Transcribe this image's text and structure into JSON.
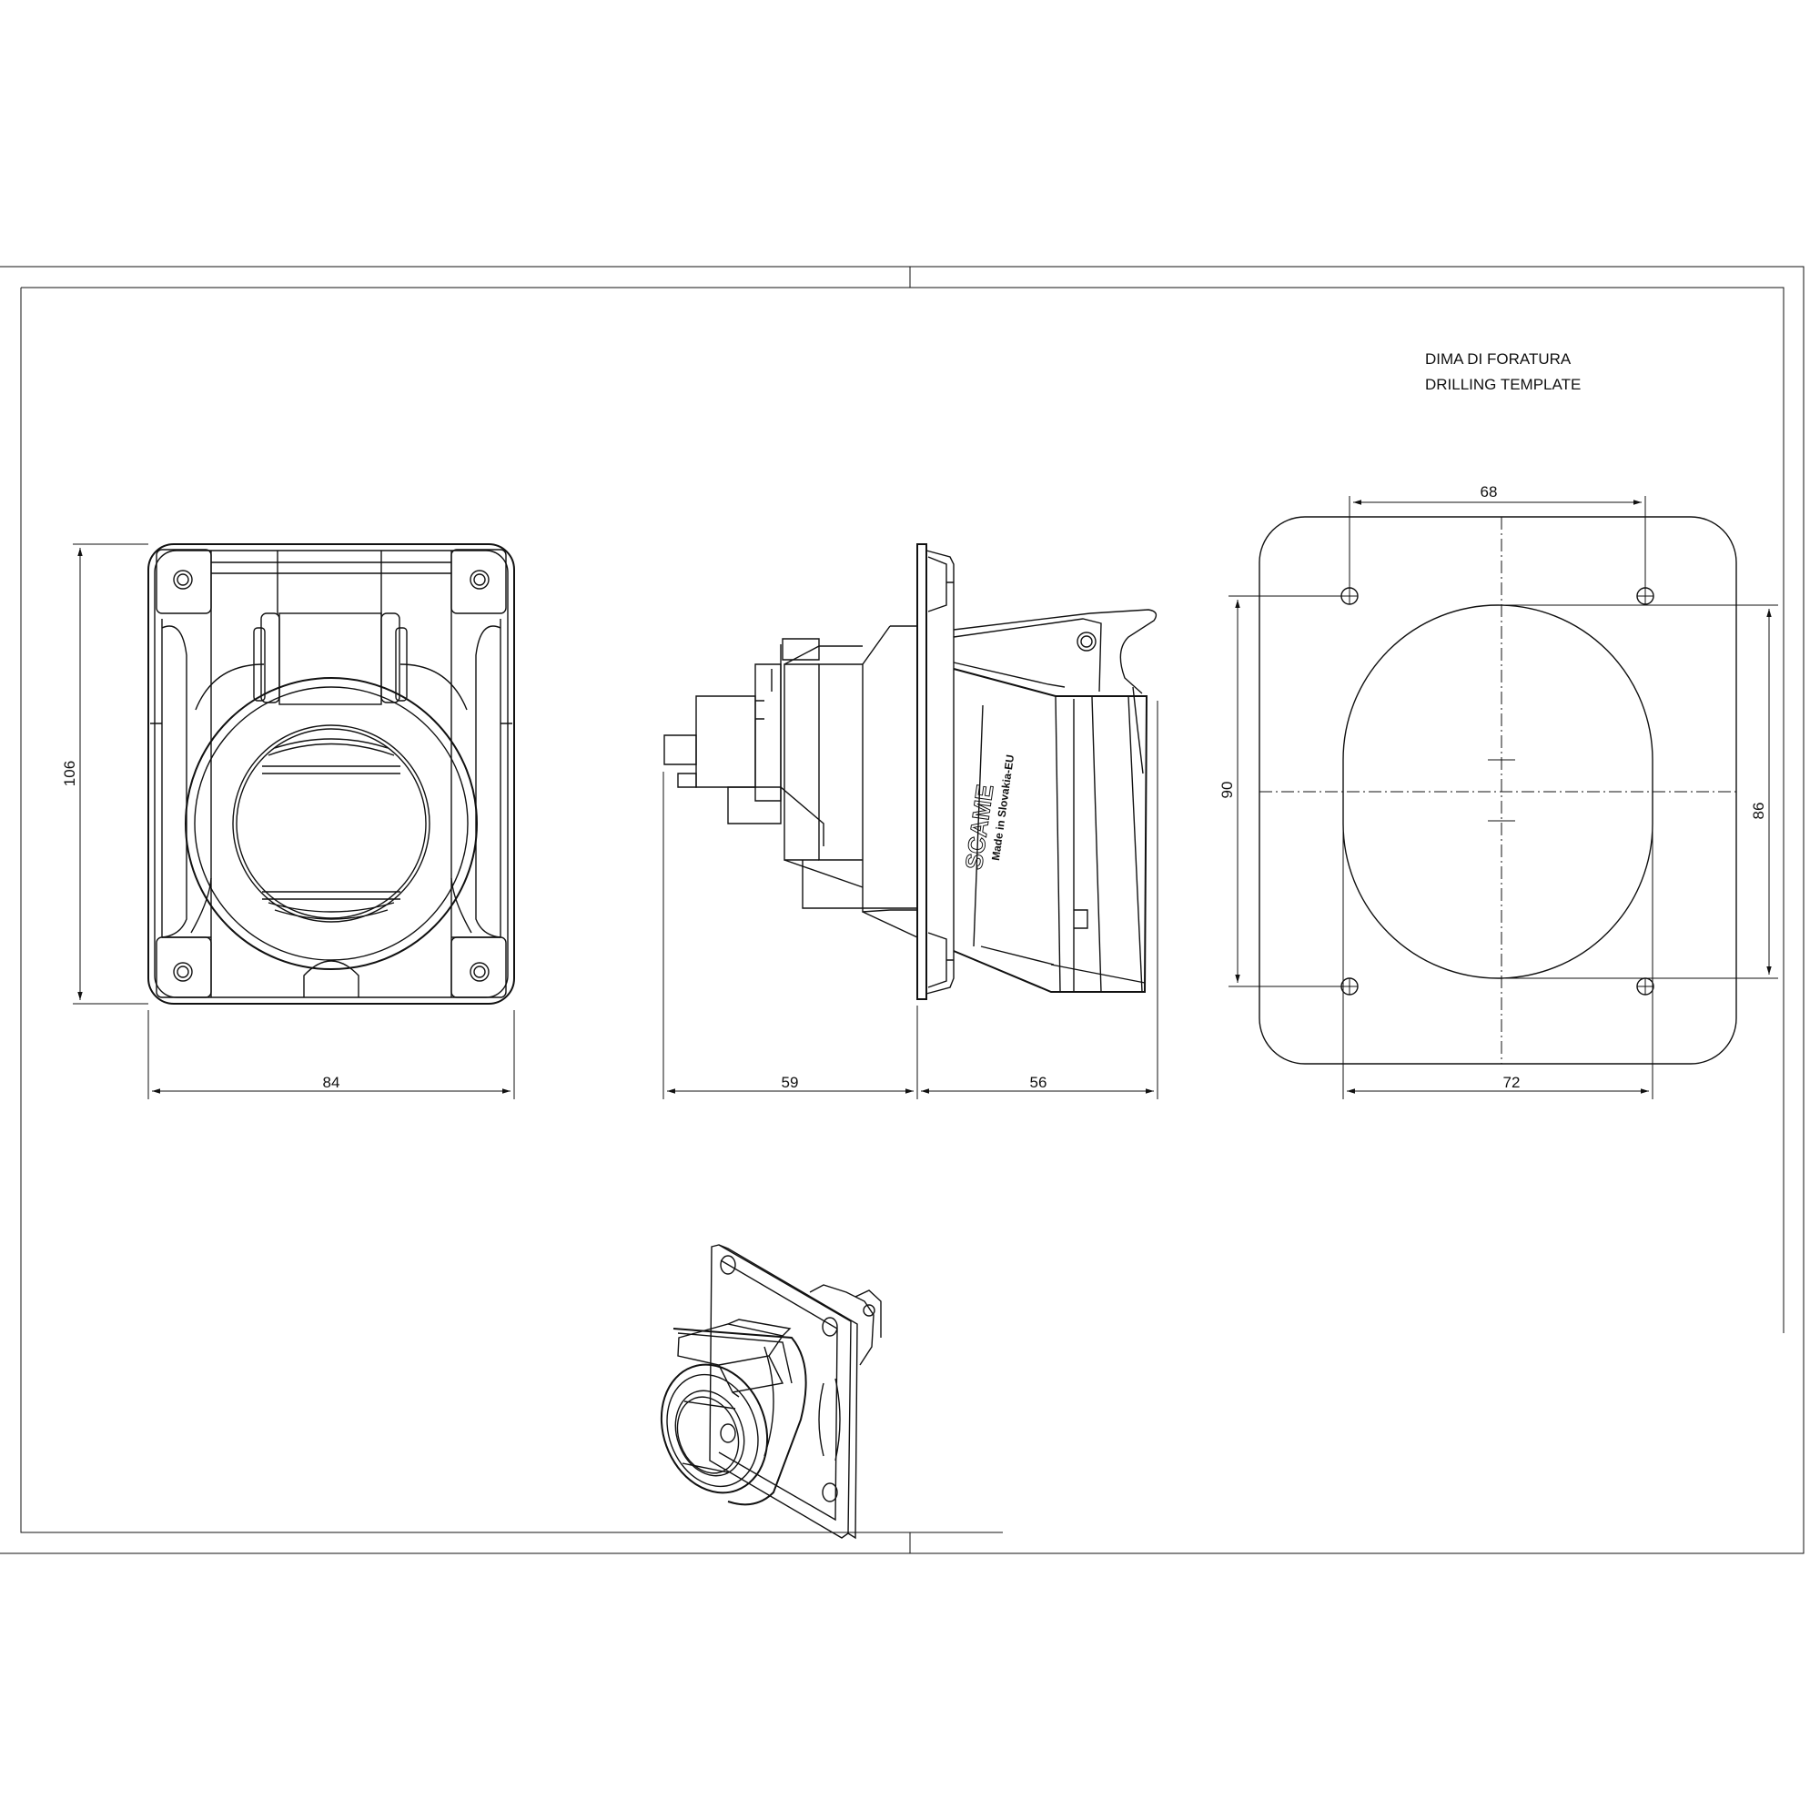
{
  "template": {
    "title_it": "DIMA DI FORATURA",
    "title_en": "DRILLING TEMPLATE"
  },
  "brand": {
    "logo_text": "SCAME",
    "origin": "Made in Slovakia-EU"
  },
  "dimensions": {
    "front_height": "106",
    "front_width": "84",
    "side_rear_depth": "59",
    "side_front_depth": "56",
    "template_hole_spacing_h": "68",
    "template_hole_spacing_v": "90",
    "template_cutout_height": "86",
    "template_cutout_width": "72"
  }
}
